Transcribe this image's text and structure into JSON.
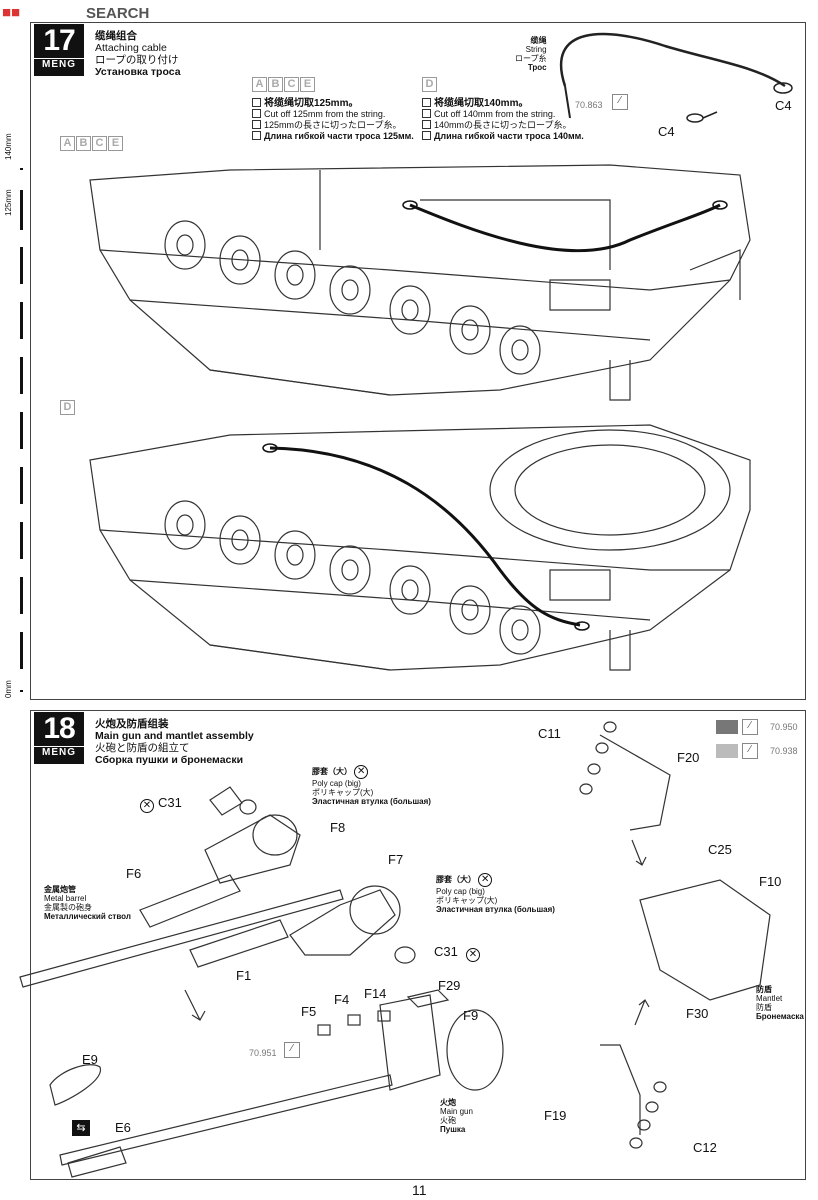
{
  "watermark": {
    "text": "SEARCH"
  },
  "ruler": {
    "label_140": "140mm",
    "label_125": "125mm",
    "label_0": "0mm"
  },
  "step17": {
    "number": "17",
    "logo": "MENG",
    "title_cn": "缆绳组合",
    "title_en": "Attaching cable",
    "title_jp": "ロープの取り付け",
    "title_ru": "Установка троса",
    "group_abce": {
      "letters": [
        "A",
        "B",
        "C",
        "E"
      ],
      "cn": "将缆绳切取125mm。",
      "en": "Cut off 125mm from the string.",
      "jp": "125mmの長さに切ったロープ糸。",
      "ru": "Длина гибкой части троса 125мм."
    },
    "group_d": {
      "letters": [
        "D"
      ],
      "cn": "将缆绳切取140mm。",
      "en": "Cut off 140mm from the string.",
      "jp": "140mmの長さに切ったロープ糸。",
      "ru": "Длина гибкой части троса 140мм."
    },
    "string": {
      "cn": "缆绳",
      "en": "String",
      "jp": "ロープ糸",
      "ru": "Трос"
    },
    "paint_code": "70.863",
    "part_c4_a": "C4",
    "part_c4_b": "C4",
    "variant_abce": [
      "A",
      "B",
      "C",
      "E"
    ],
    "variant_d": "D"
  },
  "step18": {
    "number": "18",
    "logo": "MENG",
    "title_cn": "火炮及防盾组装",
    "title_en": "Main gun and mantlet assembly",
    "title_jp": "火砲と防盾の組立て",
    "title_ru": "Сборка пушки и бронемаски",
    "paints": [
      "70.950",
      "70.938"
    ],
    "paint_mid": "70.951",
    "polycap1": {
      "cn": "膠套（大）",
      "en": "Poly cap (big)",
      "jp": "ポリキャップ(大)",
      "ru": "Эластичная втулка (большая)"
    },
    "polycap2": {
      "cn": "膠套（大）",
      "en": "Poly cap (big)",
      "jp": "ポリキャップ(大)",
      "ru": "Эластичная втулка (большая)"
    },
    "barrel": {
      "cn": "金属炮管",
      "en": "Metal barrel",
      "jp": "金属製の砲身",
      "ru": "Металлический ствол"
    },
    "maingun": {
      "cn": "火炮",
      "en": "Main gun",
      "jp": "火砲",
      "ru": "Пушка"
    },
    "mantlet": {
      "cn": "防盾",
      "en": "Mantlet",
      "jp": "防盾",
      "ru": "Бронемаска"
    },
    "parts": {
      "c31a": "C31",
      "c31b": "C31",
      "f8": "F8",
      "f7": "F7",
      "f6": "F6",
      "f1": "F1",
      "c11": "C11",
      "f20": "F20",
      "c25": "C25",
      "f10": "F10",
      "f30": "F30",
      "f5": "F5",
      "f4": "F4",
      "f14": "F14",
      "f29": "F29",
      "f9": "F9",
      "e9": "E9",
      "e6": "E6",
      "f19": "F19",
      "c12": "C12"
    }
  },
  "page_number": "11"
}
